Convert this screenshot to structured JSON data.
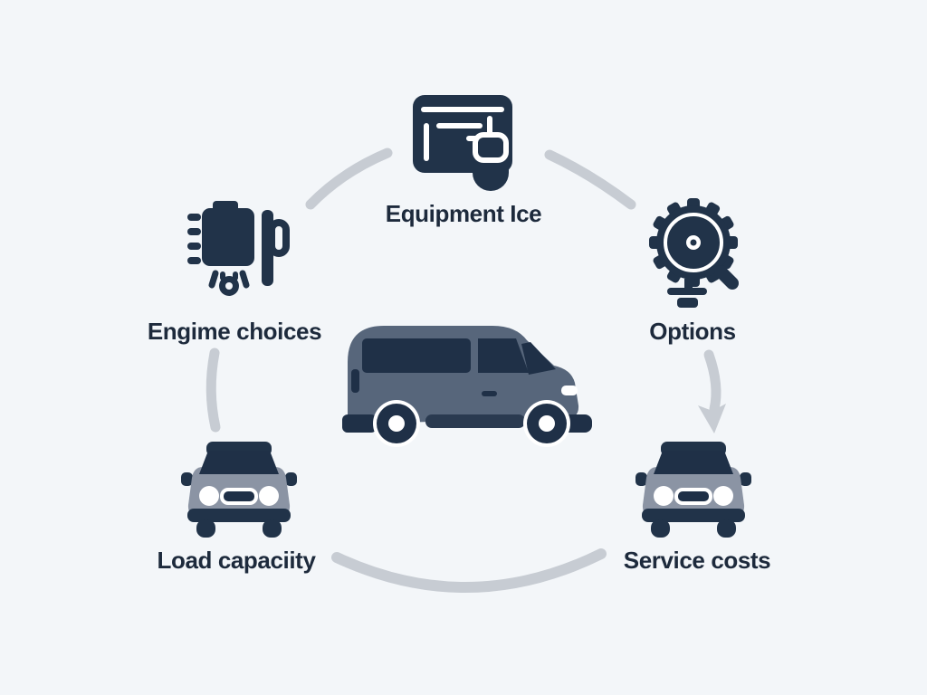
{
  "background_color": "#f3f6f9",
  "colors": {
    "icon_dark": "#213349",
    "label_text": "#1d2a3c",
    "connector": "#c7ccd3",
    "van_body": "#57667b",
    "car_body": "#8b94a4",
    "window_dark": "#1f3047",
    "highlight_white": "#ffffff"
  },
  "center": {
    "icon": "van-side-icon",
    "description": "passenger van side view"
  },
  "nodes": [
    {
      "id": "equipment",
      "label": "Equipment Ice",
      "icon": "equipment-card-lock-icon",
      "position": "top"
    },
    {
      "id": "engine-choices",
      "label": "Engime choices",
      "icon": "engine-icon",
      "position": "left"
    },
    {
      "id": "options",
      "label": "Options",
      "icon": "gear-magnifier-icon",
      "position": "right"
    },
    {
      "id": "load-capacity",
      "label": "Load capaciity",
      "icon": "car-front-icon",
      "position": "bottom-left"
    },
    {
      "id": "service-costs",
      "label": "Service costs",
      "icon": "car-front-icon",
      "position": "bottom-right"
    }
  ],
  "connectors": [
    {
      "id": "arc-top-left",
      "from": "engine-choices",
      "to": "equipment",
      "arrow": false
    },
    {
      "id": "arc-top-right",
      "from": "equipment",
      "to": "options",
      "arrow": false
    },
    {
      "id": "line-left",
      "from": "engine-choices",
      "to": "load-capacity",
      "arrow": false
    },
    {
      "id": "arrow-right",
      "from": "options",
      "to": "service-costs",
      "arrow": true
    },
    {
      "id": "arc-bottom",
      "from": "load-capacity",
      "to": "service-costs",
      "arrow": false
    }
  ]
}
